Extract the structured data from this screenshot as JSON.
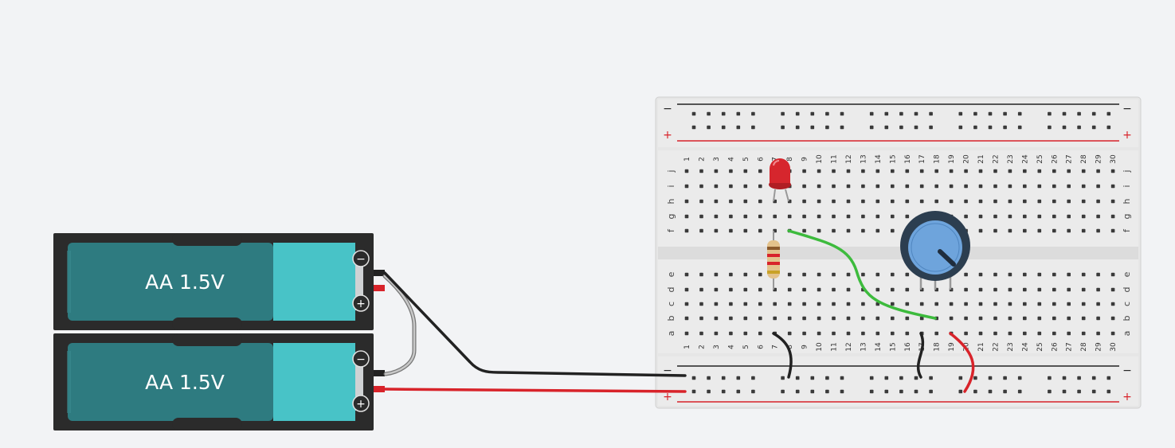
{
  "batteries": [
    {
      "label": "AA 1.5V",
      "minus_symbol": "−",
      "plus_symbol": "+"
    },
    {
      "label": "AA 1.5V",
      "minus_symbol": "−",
      "plus_symbol": "+"
    }
  ],
  "breadboard": {
    "rail_minus_symbol": "−",
    "rail_plus_symbol": "+",
    "columns": [
      "1",
      "2",
      "3",
      "4",
      "5",
      "6",
      "7",
      "8",
      "9",
      "10",
      "11",
      "12",
      "13",
      "14",
      "15",
      "16",
      "17",
      "18",
      "19",
      "20",
      "21",
      "22",
      "23",
      "24",
      "25",
      "26",
      "27",
      "28",
      "29",
      "30"
    ],
    "rows_top": [
      "j",
      "i",
      "h",
      "g",
      "f"
    ],
    "rows_bottom": [
      "e",
      "d",
      "c",
      "b",
      "a"
    ]
  },
  "components": [
    "LED (red)",
    "Resistor",
    "Potentiometer"
  ],
  "colors": {
    "background": "#f2f3f5",
    "battery_case": "#2b2b2b",
    "battery_body": "#2e7b80",
    "battery_cap": "#48c3c7",
    "wire_black": "#222222",
    "wire_red": "#d8232a",
    "wire_green": "#3dbb3d",
    "wire_gray": "#999999",
    "led": "#d6262d",
    "pot_knob": "#6ea4dc",
    "pot_body": "#2c3e50"
  }
}
